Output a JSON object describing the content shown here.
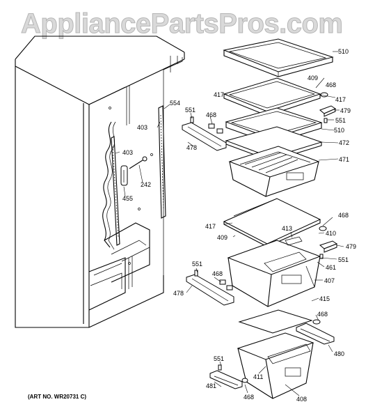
{
  "watermark": "AppliancePartsPros.com",
  "art_number": "(ART NO. WR20731 C)",
  "callouts": {
    "p510a": "510",
    "p409a": "409",
    "p468a": "468",
    "p417a": "417",
    "p417b": "417",
    "p554": "554",
    "p551a": "551",
    "p468b": "468",
    "p403a": "403",
    "p479a": "479",
    "p551b": "551",
    "p510b": "510",
    "p478a": "478",
    "p472": "472",
    "p403b": "403",
    "p471": "471",
    "p242": "242",
    "p455": "455",
    "p468c": "468",
    "p417c": "417",
    "p413": "413",
    "p410": "410",
    "p409b": "409",
    "p479b": "479",
    "p551c": "551",
    "p461": "461",
    "p551d": "551",
    "p468d": "468",
    "p407": "407",
    "p478b": "478",
    "p415": "415",
    "p468e": "468",
    "p480": "480",
    "p551e": "551",
    "p411": "411",
    "p481": "481",
    "p468f": "468",
    "p408": "408"
  }
}
